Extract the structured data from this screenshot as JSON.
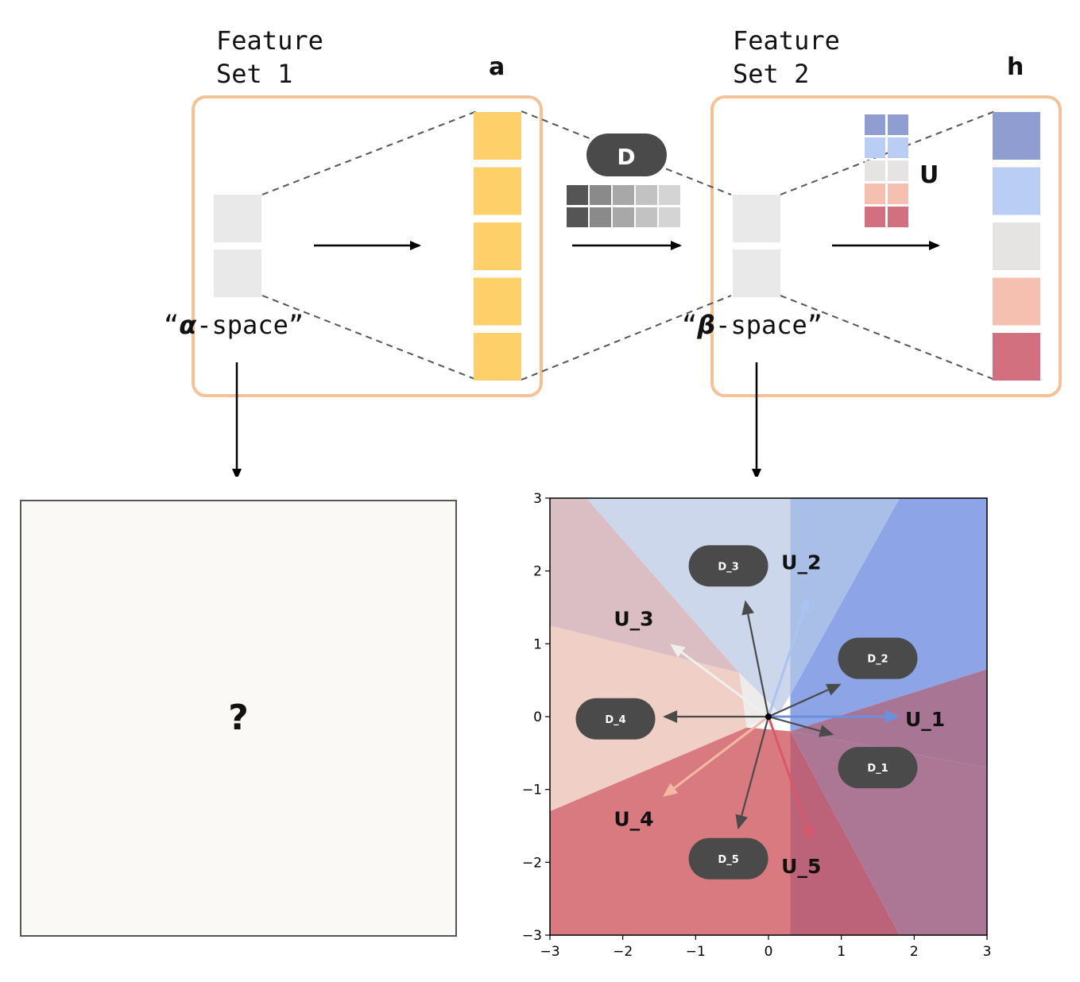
{
  "feature_set_1": {
    "title_line1": "Feature",
    "title_line2": "Set 1",
    "vector_label": "a",
    "space_label_open": "“",
    "space_symbol": "α",
    "space_label_rest": "-space”",
    "vector_colors": [
      "#fdd06a",
      "#fdd06a",
      "#fdd06a",
      "#fdd06a",
      "#fdd06a"
    ]
  },
  "feature_set_2": {
    "title_line1": "Feature",
    "title_line2": "Set 2",
    "vector_label": "h",
    "space_label_open": "“",
    "space_symbol": "β",
    "space_label_rest": "-space”",
    "matrix_label": "U",
    "vector_colors": [
      "#8f9dd1",
      "#b9cdf5",
      "#e5e4e2",
      "#f6c0b0",
      "#d2707f"
    ]
  },
  "decoder_label": "D",
  "question_panel": {
    "text": "?"
  },
  "accent_colors": {
    "box_border": "#f5c298",
    "pill": "#4a4a4a"
  },
  "chart_data": {
    "type": "scatter",
    "xlim": [
      -3,
      3
    ],
    "ylim": [
      -3,
      3
    ],
    "xticks": [
      "−3",
      "−2",
      "−1",
      "0",
      "1",
      "2",
      "3"
    ],
    "yticks": [
      "−3",
      "−2",
      "−1",
      "0",
      "1",
      "2",
      "3"
    ],
    "d_vectors": [
      {
        "name": "D_1",
        "x": 0.9,
        "y": -0.25,
        "label": "D_1",
        "label_x": 1.5,
        "label_y": -0.7
      },
      {
        "name": "D_2",
        "x": 1.0,
        "y": 0.45,
        "label": "D_2",
        "label_x": 1.5,
        "label_y": 0.8
      },
      {
        "name": "D_3",
        "x": -0.32,
        "y": 1.6,
        "label": "D_3",
        "label_x": -0.55,
        "label_y": 2.07
      },
      {
        "name": "D_4",
        "x": -1.45,
        "y": 0.0,
        "label": "D_4",
        "label_x": -2.1,
        "label_y": -0.03
      },
      {
        "name": "D_5",
        "x": -0.42,
        "y": -1.55,
        "label": "D_5",
        "label_x": -0.55,
        "label_y": -1.95
      }
    ],
    "u_vectors": [
      {
        "name": "U_1",
        "x": 1.8,
        "y": 0.0,
        "color": "#6a90e0",
        "label": "U_1",
        "label_x": 2.15,
        "label_y": -0.03
      },
      {
        "name": "U_2",
        "x": 0.55,
        "y": 1.65,
        "color": "#a9c3f2",
        "label": "U_2",
        "label_x": 0.45,
        "label_y": 2.12
      },
      {
        "name": "U_3",
        "x": -1.35,
        "y": 1.0,
        "color": "#f0efed",
        "label": "U_3",
        "label_x": -1.85,
        "label_y": 1.35
      },
      {
        "name": "U_4",
        "x": -1.45,
        "y": -1.1,
        "color": "#f4b9a3",
        "label": "U_4",
        "label_x": -1.85,
        "label_y": -1.4
      },
      {
        "name": "U_5",
        "x": 0.6,
        "y": -1.7,
        "color": "#d8576b",
        "label": "U_5",
        "label_x": 0.45,
        "label_y": -2.05
      }
    ],
    "regions": [
      {
        "color": "#8da4e6",
        "polygon": [
          [
            0.3,
            0.3
          ],
          [
            1.8,
            3
          ],
          [
            3,
            3
          ],
          [
            3,
            0.65
          ],
          [
            0.3,
            -0.2
          ]
        ]
      },
      {
        "color": "#a9bfe8",
        "polygon": [
          [
            0.3,
            0.3
          ],
          [
            0.3,
            3
          ],
          [
            1.8,
            3
          ]
        ]
      },
      {
        "color": "#cdd7ec",
        "polygon": [
          [
            -0.4,
            0.6
          ],
          [
            -2.5,
            3
          ],
          [
            0.3,
            3
          ],
          [
            0.3,
            0.3
          ],
          [
            0.15,
            0.05
          ]
        ]
      },
      {
        "color": "#dbbec3",
        "polygon": [
          [
            -0.4,
            0.6
          ],
          [
            -3,
            1.25
          ],
          [
            -3,
            3
          ],
          [
            -2.5,
            3
          ]
        ]
      },
      {
        "color": "#f0d0c6",
        "polygon": [
          [
            -0.4,
            0.6
          ],
          [
            -3,
            1.25
          ],
          [
            -3,
            -1.3
          ],
          [
            -0.3,
            -0.15
          ]
        ]
      },
      {
        "color": "#eeeceb",
        "polygon": [
          [
            -0.4,
            0.6
          ],
          [
            0.15,
            0.05
          ],
          [
            -0.3,
            -0.15
          ]
        ]
      },
      {
        "color": "#d87a80",
        "polygon": [
          [
            -0.3,
            -0.15
          ],
          [
            -3,
            -1.3
          ],
          [
            -3,
            -3
          ],
          [
            0.3,
            -3
          ],
          [
            0.3,
            -0.2
          ]
        ]
      },
      {
        "color": "#a87594",
        "polygon": [
          [
            0.3,
            -0.2
          ],
          [
            3,
            0.65
          ],
          [
            3,
            -0.7
          ],
          [
            0.3,
            -0.2
          ]
        ]
      },
      {
        "color": "#ab7794",
        "polygon": [
          [
            0.3,
            -0.2
          ],
          [
            3,
            -0.7
          ],
          [
            3,
            -3
          ],
          [
            1.8,
            -3
          ]
        ]
      },
      {
        "color": "#bd6379",
        "polygon": [
          [
            0.3,
            -0.2
          ],
          [
            1.8,
            -3
          ],
          [
            0.3,
            -3
          ]
        ]
      }
    ]
  }
}
